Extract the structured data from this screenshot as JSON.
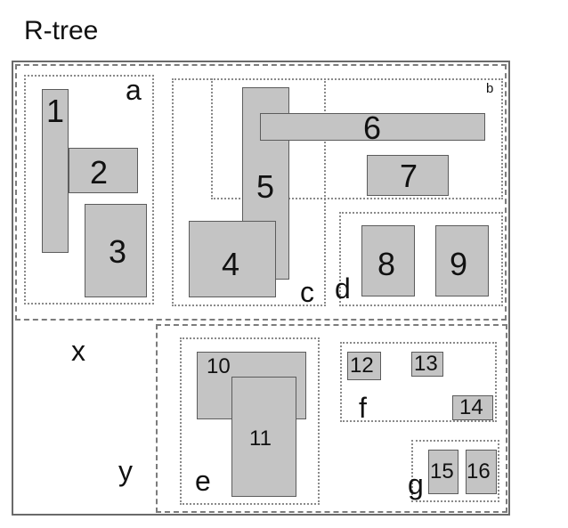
{
  "title": "R-tree",
  "regions": {
    "a": "a",
    "b": "b",
    "c": "c",
    "d": "d",
    "e": "e",
    "f": "f",
    "g": "g",
    "x": "x",
    "y": "y"
  },
  "objects": [
    "1",
    "2",
    "3",
    "4",
    "5",
    "6",
    "7",
    "8",
    "9",
    "10",
    "11",
    "12",
    "13",
    "14",
    "15",
    "16"
  ]
}
